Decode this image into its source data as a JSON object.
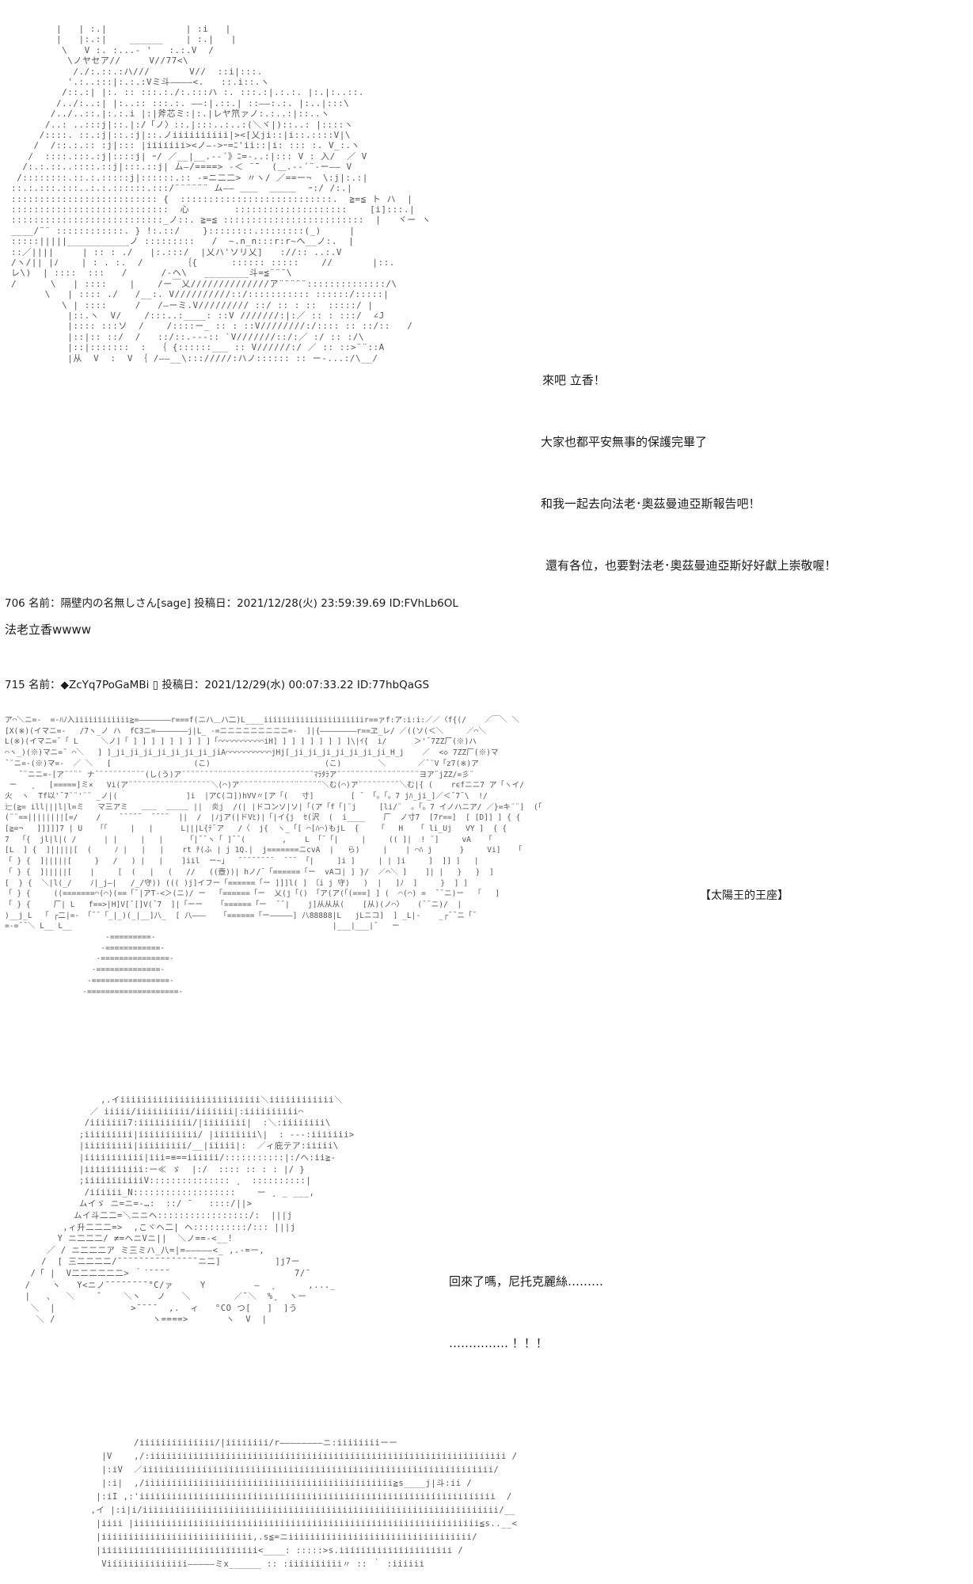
{
  "art": {
    "top_figure": "        |   | :.|              | :i   |\n        |   |:.:|    ______    | :.|   |\n         \\   V :. :...- '   :.:.V  /\n          \\ノヤセア//     V//77<\\\n           /./:.::.:ハ///       V//  ::i|:::.\n          '.:..:::|:.:.:Vミ斗――――<.   ::.i::.ヽ\n         /::.:| |:. :: :::.:./:.:::ハ :. :::.:|.:.:. |:.|:..::.\n        /../:..:| |:..:: :::.:. ――:|.::.| ::――:.:. |:..|:::\\\n       /../..::.|:.:.i |:|斧芯ミ:|:.|レヤ笊ァノ:.:..:|::..ヽ\n      /..: ..:::j|::.|:/「ノ〉::.|:::..:..:(＼ヾ|)::..: |::::ヽ\n     /::::. ::.:j|::.:j|::.ノiiiiiiiiii|><[乂ji::|i::.::::V|\\\n    /  /::.:.:: :j|::: |iiiiiii><ノ―->ｰ=ﾆ'ii::|i: ::: :. V_:.ヽ\n   /  ::::.:::.:j|::::j| ｰ/ ／__|__.-‐´》ﾆ=-..:|::: V : 入/  ／ V\n  /:.:.::..::::.::j|:::.::j| ム―/====> ‐＜ ¨̄¨  (＿.‐‐´¨‐ー―― V\n /::::::::.::.:.:::::j|::::::.:: -=ニ二二> 〃ヽ/ ／==ー¬  \\:j|:.:|\n::.:.:::.:::..:.:.::::::.:::/¨¨¨¨¨¨ ム―― ＿＿  ＿＿＿  ｰ:/ /:.|\n:::::::::::::::::::::::::: {  :::::::::::::::::::::::::::.  ≧=≦ ト ハ  |\n::::::::::::::::::::::::::::  心        ::::::::::::::::::::    [i]:::.|\n:::::::::::::::::::::::::::_ノ::. ≧=≦ :::::::::::::::::::::::::  |   ヾー ヽ\n____/¨¨ ::::::::::::. } !:.::/    }::::::::.::::::::(_)     |\n:::::|||||___________ノ :::::::::   /  ~.n_n:::r:r~ヘ__ノ:.  |\n::／||||     | :: : ./   |:.:::/  |乂ハ'ソリ乂]   ://:: ..:.V\n/ヽ/|| |ﾉ    | : . :.  /       ｛{      :::::: :::::    //       |::.\nレ\\)  | ::::  :::   /      /‐ヘ\\   ________斗=≦¨¨¨\\\n/      \\   | ::::    |    /ー￣乂//////////////ア¨¨¨¨¨::::::::::::::/\\\n      \\   | :::: ./   /__:. V//////////::/::::::::::: ::::::/:::::|\n         \\ | ::::     /   /―ーミ.V///////// ::/ :: : ::  :::::/ |\n          |::.ヽ  V/    /:::..:____: ::V ///////:|:／ :: : :::/  ∠J\n          |:::: :::ソ  /    /::::ー_ :: : ::V////////:/:::: :: ::/::   /\n          |::|:: ::/  /   ::/::.--‐:: `V///////::/:／ :/ :: :/\\\n          |::|:::::::  :  ｛ {::::::___ :: V//////:/ ／ :: ::>¨¨::A\n          |从  V  :  V ｛ /――__\\::://///:ハノ:::::: :: ー‐...:/\\__/",
    "throne": "ア⌒＼ニ=-  =-ﾊﾉ入iiiiiiiiiiii≧=―――――――r===f(ニハ＿ハ二)L____iiiiiiiiiiiiiiiiiiiiiir==ァf:ア:i:i:／／〈f{(/    ／￣＼ ＼\n[X(※)(イマニ=-   /7ヽ_ノ ハ  fC3ニ=―――――――j|L_ -=ニニニニニニニニニ=-  ]|{――――――――r==ヱ_レ/ ／((ソ(＜＼     ／⌒＼\nL(※)(イマニ=¯「 L     ＼ノ]「 ] ] ] ] ] ] ] ] ]「⌒⌒⌒⌒⌒⌒⌒⌒⌒⌒iH] ] ] ] ] ] ] ] ]\\|ｲ{  i/      ＞'¯7ZZ厂(※)ハ\n⌒ヽ_)(※)マニ=¯ ⌒＼   ] ]_ji_ji_ji_ji_ji_ji_ji_jiA⌒⌒⌒⌒⌒⌒⌒⌒⌒⌒jHj[_ji_ji_ji_ji_ji_ji_ji_H_j    ／  <◇ 7ZZ厂(※)マ\n¯¨ニ=-(※)マ=-  ／ ＼   [                  (こ)                         (こ)        ＼       ／¯¨V「z7(※)ア\n   ¯¨ニニ=-[ア¨¨¨¨ ナ¯¨¨¨¨¨¨¨¨¨¨(し(う)ア¨¨¨¨¨¨¨¨¨¨¨¨¨¨¨¨¨¨¨¨¨¨¨¨¨¨¨¨¨ﾏﾗﾀﾗア¨¨¨¨¨¨¨¨¨¨¨¨¨¨¨¨¨¨ヨア¨jZZ/=彡¨\n ー   ¸   [=====]ミ×   Vi(ア¨¨¨¨¨¨¨¨¨¨¨¨¨¨¨¨¨¨＼(⌒)ア¨¨¨¨¨¨¨¨¨¨¨¨¨¨¨¨¨¨＼む(⌒)ア¨¨¨¨¨¨¨¨¨＼む|{ (    rϵfニニ7 ア「ヽイ/\n火  ヽ  Tf以'¯7¨¨'¨¨ _ノ|(               ]i  |アC(コ])hVV〃[ア「(   寸]        [ ¯ 「。「。7 jﾊ_ji_]／＜¯7¯\\  !/\n辷(≧= ill|||l|l=ミ   マ三アミ   ＿＿  ＿＿＿ ||  炎j  /(| |ドコンソ|ソ|「(ア「f「|¨j     [li/¨  。「。7 イノハニア/ ／}=キ¨¨]  (「\n(¨¨==||||||||[=/    /    ¯¯¯¯¯  ¯¯¯¯  ||  /  |ﾉjア(|ドVﾋ)|「|イ{j  ｾ(沢  (  i____    厂  ノ寸7  [7r==]  [ [D]] ] { {\n[≧=¬   ]]]]]7 | U   「「     |   |      L|||L{ﾃ¯ア   /〈  j{  ヽ_「[ ⌒[ﾊ⌒)もjL  {    「   H   「 li_Uj   VY ]  { {\n7  「{  jl|l|( /      | |     |   |     「|¯¯ヽ「 ]¯¯(        ,    L 「¯「|     |     (( ]|  ! ¨]     vA   「\n[L  ] {  ]|||||[  (     ﾉ |   |   |    rt ﾁ(ふ | j 1Q.|  j=======ニcvA  |   ら)     |    | ⌒ﾊ j      }     Vi]   「\n「 } {  ]|||||[     }   /   ) |   |    ]iil  ー~」  ¯¯¯¯¯¯¯¯  ¯¯¯ 「|     ]i ]     | | ]i     ]  ]] ]   |\n「 } {  ]|||||[    |     [  (   |   (   //   ((壺))| hノ/¯「======「ー  vAコ| ] }/  ／⌒＼ ]    ]| |   }   }  ]\n[  } {  ＼|l(_/    ﾉ|_j―|   /_/守)) ((( )j]イフー「======「ー ]]]l( ] 〔i j 守)   )  |   ]ﾉ  ]     }  ] ]\n「 } {     ((=======⌒(⌒)(==「¯|アT‐<＞(ニ)/ ー  「======「ー  乂(j「() 「ア(ア(「(===] ] (  ⌒(⌒) =  ¯¯ニ)ー   ｢   ]\n「 } {     厂| L   f==>|H]V[¯[]V(¯7  ]|「ーー   「======「ー  ¯¯|    j]从从从(    [从)(ノ⌒〉   (¯¯ニ)/  |\n)__j_L  「 ┌二|=- 「¯¯「_|_)(_|__]八_  [ 八―――   「======「ー―――――] 八88888|L   jLニコ]  ] _L|-    _┌¯¯ニ「¯\n=-=¯¯＼ L__ L__                                                         |___|___|¯   ー\n                      -=========-\n                     -============-\n                    -===============-\n                   -==============-\n                  -=================-\n                 -====================-",
    "girl_face": "                ,.イiiiiiiiiiiiiiiiiiiiiiiiiii＼iiiiiiiiiiii＼\n              ／ iiiii/iiiiiiiiii/iiiiiii|:iiiiiiiiii⌒\n             /iiiiiii7:iiiiiiiiii/|iiiiiiii|  :＼:iiiiiiii\\\n            ;iiiiiiiii|iiiiiiiiiii/ |iiiiiiii\\|  : ---:iiiiiii>\n            |iiiiiiiii|iiiiiiiii/__|iiiii|:  ／ィ庇テア:iiiii\\\n            |iiiiiiiiiii|iii=≡==iiiiii/:::::::::::|:/ヘ:ii≧-\n            |iiiiiiiiiii:ー≪ ゞ  |:/  :::: :: : : |/ }\n            ;iiiiiiiiiiiV::::::::::::::: ¸  ::::::::::|\n             /iiiiii_N:::::::::::::::::::    ー ¸ _ ___,\n            ムイゞ ニ=ニ=-…:  ::/ ¯   ::::/||>\n           ムイ斗二二=＼ニニヘ:::::::::::::::::/:  |||j\n         ,ィ升二二二=>  ,こヾヘ二| ヘ::::::::::/::: |||j\n        Y ニ二二二/ ≠=ヘニVニ||  ＼ノ==-<__!\n      ／ / ニ二二二ア ミ三ミハ_八=|=―――――<_ ,.-=ー,\n     /  [ 三二二二二/¯¯¯¯¯¯¯¯¯¯¯¯¯¯¯ニ二]          ]j7ー\n   /「 |  V二二二二二二> ｀´¯¯¯¯                       7/¯\n  /    ヽ   Y<ニノ¯¯¯¯¯¯¯¯°C/ァ     Y         ―  ¸      ,..._\n  |   、  ＼    ¯    ＼ヽ   ノ   ＼        ／¯＼  %¸  ヽー\n   ＼  |              >¯¯¯¯  ,.  ィ   °CO つ[   ]  ]う\n    ＼ /                  ヽ====>       ヽ  V  |",
    "bottom_face": "                /iiiiiiiiiiiiii/|iiiiiiii/r――――――――ニ:iiiiiiiiーー\n          |V    ,/:iiiiiiiiiiiiiiiiiiiiiiiiiiiiiiiiiiiiiiiiiiiiiiiiiiiiiiiiiiiiiiiiii /\n          |:iV  ／iiiiiiiiiiiiiiiiiiiiiiiiiiiiiiiiiiiiiiiiiiiiiiiiiiiiiiiiiiiiiiiii/\n          |:i|  ,/iiiiiiiiiiiiiiiiiiiiiiiiiiiiiiiiiiiiiiiiiiiiii≧s____j|斗:ii /\n         |:iI ,:'iiiiiiiiiiiiiiiiiiiiiiiiiiiiiiiiiiiiiiiiiiiiiiiiiiiiiiiiiiiiiiiiii  /\n        ,イ |:i|i/iiiiiiiiiiiiiiiiiiiiiiiiiiiiiiiiiiiiiiiiiiiiiiiiiiiiiiiiiiiiiiiiii/__\n         |iiii |iiiiiiiiiiiiiiiiiiiiiiiiiiiiiiiiiiiiiiiiiiiiiiiiiiiiiiiiiiiiiiii≦s..__<\n         |iiiiiiiiiiiiiiiiiiiiiiiiiiii,.s≦=ニiiiiiiiiiiiiiiiiiiiiiiiiiiiiiiiiii/\n         |iiiiiiiiiiiiiiiiiiiiiiiiiiiii<____: :::::>s.iiiiiiiiiiiiiiiiiiiii /\n          Viiiiiiiiiiiiiii―――――ミx______ :: :iiiiiiiiii〃 :: ｀ :iiiiii"
  },
  "posts": [
    {
      "header": "706 名前：隔壁内の名無しさん[sage] 投稿日：2021/12/28(火) 23:59:39.69 ID:FVhLb6OL",
      "body": "法老立香wwww"
    },
    {
      "header": "715 名前：◆ZcYq7PoGaMBi ▯ 投稿日：2021/12/29(水) 00:07:33.22 ID:77hbQaGS",
      "body": ""
    }
  ],
  "narration": {
    "block1": [
      "來吧 立香！",
      "大家也都平安無事的保護完畢了",
      "和我一起去向法老･奧茲曼迪亞斯報告吧！",
      "還有各位，也要對法老･奧茲曼迪亞斯好好獻上崇敬喔！"
    ],
    "block2_caption": "【太陽王的王座】",
    "block3": [
      "回來了嗎，尼托克麗絲………",
      "…………… ！！！"
    ]
  }
}
